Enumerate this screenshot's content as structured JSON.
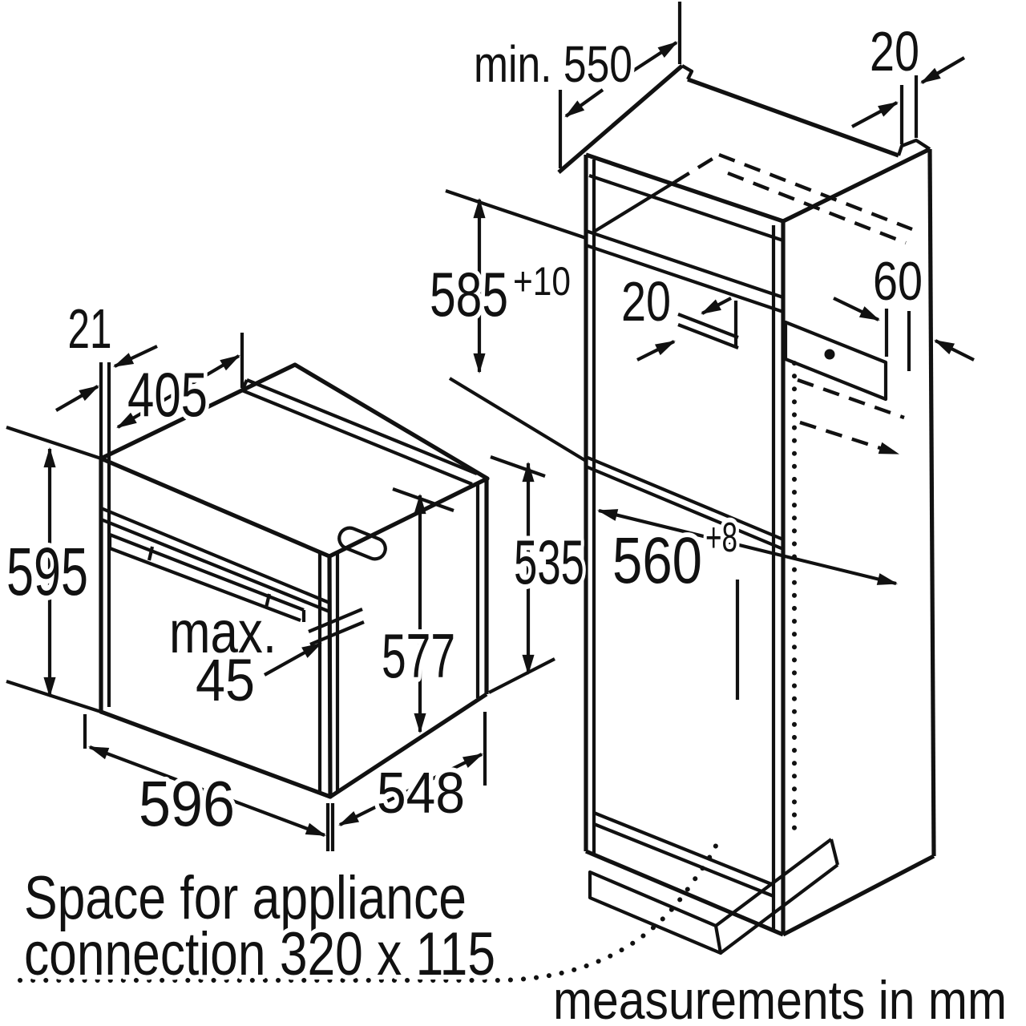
{
  "diagram": {
    "colors": {
      "line": "#111111",
      "background": "#ffffff"
    },
    "cabinet": {
      "min_depth": "min. 550",
      "back_panel_gap": "20",
      "niche_height": "585",
      "niche_height_tolerance": "+10",
      "shelf_back_gap": "20",
      "vent_width": "60",
      "niche_width": "560",
      "niche_width_tolerance": "+8"
    },
    "oven": {
      "front_overhang": "21",
      "top_depth": "405",
      "height": "595",
      "clearance_label": "max.",
      "clearance_value": "45",
      "body_height": "577",
      "rear_height": "535",
      "width": "596",
      "depth": "548"
    },
    "notes": {
      "connection_line1": "Space for appliance",
      "connection_line2": "connection 320 x 115",
      "units": "measurements in mm"
    }
  }
}
